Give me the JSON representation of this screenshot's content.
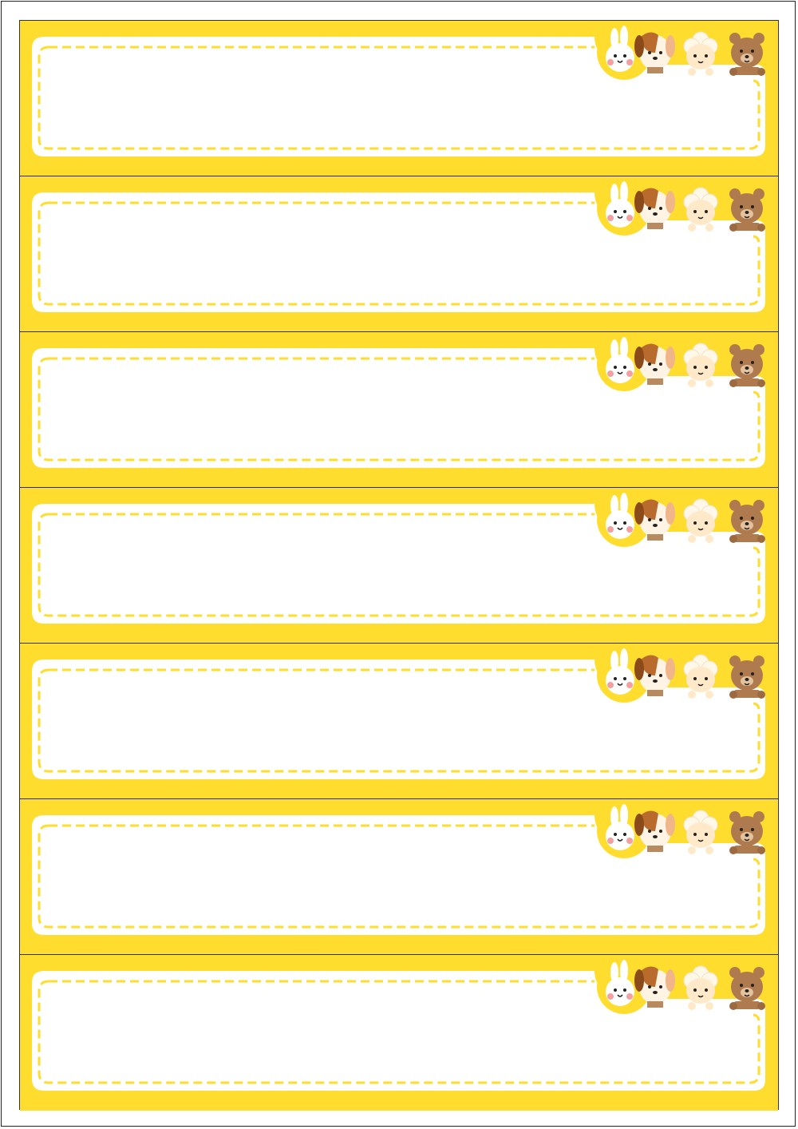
{
  "document": {
    "label_count": 7,
    "colors": {
      "background": "#ffdd2e",
      "panel": "#ffffff",
      "dash": "#ffdd2e",
      "sheet_border": "#2a2f4a"
    },
    "labels": [
      {
        "name": "name-label-1",
        "illustration": [
          "rabbit-icon",
          "dog-icon",
          "sheep-icon",
          "bear-icon"
        ]
      },
      {
        "name": "name-label-2",
        "illustration": [
          "rabbit-icon",
          "dog-icon",
          "sheep-icon",
          "bear-icon"
        ]
      },
      {
        "name": "name-label-3",
        "illustration": [
          "rabbit-icon",
          "dog-icon",
          "sheep-icon",
          "bear-icon"
        ]
      },
      {
        "name": "name-label-4",
        "illustration": [
          "rabbit-icon",
          "dog-icon",
          "sheep-icon",
          "bear-icon"
        ]
      },
      {
        "name": "name-label-5",
        "illustration": [
          "rabbit-icon",
          "dog-icon",
          "sheep-icon",
          "bear-icon"
        ]
      },
      {
        "name": "name-label-6",
        "illustration": [
          "rabbit-icon",
          "dog-icon",
          "sheep-icon",
          "bear-icon"
        ]
      },
      {
        "name": "name-label-7",
        "illustration": [
          "rabbit-icon",
          "dog-icon",
          "sheep-icon",
          "bear-icon"
        ]
      }
    ]
  }
}
